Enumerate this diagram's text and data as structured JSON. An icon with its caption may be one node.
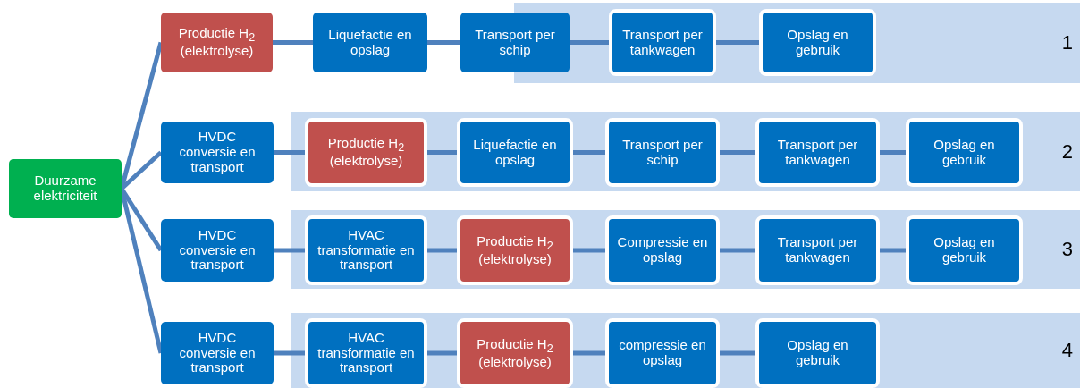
{
  "diagram": {
    "nodes": [
      {
        "text": [
          "Duurzame elektriciteit"
        ]
      },
      {
        "text": [
          "1"
        ]
      },
      {
        "text": [
          "Productie H$_{2}$ (elektrolyse)"
        ]
      },
      {
        "text": [
          "Liquefactie en opslag"
        ]
      },
      {
        "text": [
          "Transport per schip"
        ]
      },
      {
        "text": [
          "Transport per tankwagen"
        ],
        "in": 1
      },
      {
        "text": [
          "Opslag en gebruik"
        ],
        "in": 1
      },
      {
        "text": [
          "2"
        ]
      },
      {
        "text": [
          "HVDC conversie en transport"
        ]
      },
      {
        "text": [
          "Productie H$_{2}$ (elektrolyse)"
        ],
        "in": 7
      },
      {
        "text": [
          "Liquefactie en opslag"
        ],
        "in": 7
      },
      {
        "text": [
          "Transport per schip"
        ],
        "in": 7
      },
      {
        "text": [
          "Transport per tankwagen"
        ],
        "in": 7
      },
      {
        "text": [
          "Opslag en gebruik"
        ],
        "in": 7
      },
      {
        "text": [
          "3"
        ]
      },
      {
        "text": [
          "HVDC conversie en transport"
        ]
      },
      {
        "text": [
          "HVAC transformatie en transport"
        ],
        "in": 14
      },
      {
        "text": [
          "Productie H$_{2}$ (elektrolyse)"
        ],
        "in": 14
      },
      {
        "text": [
          "Compressie en opslag"
        ],
        "in": 14
      },
      {
        "text": [
          "Transport per tankwagen"
        ],
        "in": 14
      },
      {
        "text": [
          "Opslag en gebruik"
        ],
        "in": 14
      },
      {
        "text": [
          "4"
        ]
      },
      {
        "text": [
          "HVDC conversie en transport"
        ]
      },
      {
        "text": [
          "HVAC transformatie en transport"
        ],
        "in": 21
      },
      {
        "text": [
          "Productie H$_{2}$ (elektrolyse)"
        ],
        "in": 21
      },
      {
        "text": [
          "compressie en opslag"
        ],
        "in": 21
      },
      {
        "text": [
          "Opslag en gebruik"
        ],
        "in": 21
      }
    ],
    "edges": [
      {
        "from": 0,
        "to": 2,
        "arrow": "none"
      },
      {
        "from": 0,
        "to": 8,
        "arrow": "none"
      },
      {
        "from": 0,
        "to": 15,
        "arrow": "none"
      },
      {
        "from": 0,
        "to": 22,
        "arrow": "none"
      },
      {
        "from": 2,
        "to": 3,
        "arrow": "none"
      },
      {
        "from": 3,
        "to": 4,
        "arrow": "none"
      },
      {
        "from": 4,
        "to": 5,
        "arrow": "none"
      },
      {
        "from": 5,
        "to": 6,
        "arrow": "none"
      },
      {
        "from": 8,
        "to": 9,
        "arrow": "none"
      },
      {
        "from": 9,
        "to": 10,
        "arrow": "none"
      },
      {
        "from": 10,
        "to": 11,
        "arrow": "none"
      },
      {
        "from": 11,
        "to": 12,
        "arrow": "none"
      },
      {
        "from": 12,
        "to": 13,
        "arrow": "none"
      },
      {
        "from": 15,
        "to": 16,
        "arrow": "none"
      },
      {
        "from": 16,
        "to": 17,
        "arrow": "none"
      },
      {
        "from": 17,
        "to": 18,
        "arrow": "none"
      },
      {
        "from": 18,
        "to": 19,
        "arrow": "none"
      },
      {
        "from": 19,
        "to": 20,
        "arrow": "none"
      },
      {
        "from": 22,
        "to": 23,
        "arrow": "none"
      },
      {
        "from": 23,
        "to": 24,
        "arrow": "none"
      },
      {
        "from": 24,
        "to": 25,
        "arrow": "none"
      },
      {
        "from": 25,
        "to": 26,
        "arrow": "none"
      }
    ]
  }
}
